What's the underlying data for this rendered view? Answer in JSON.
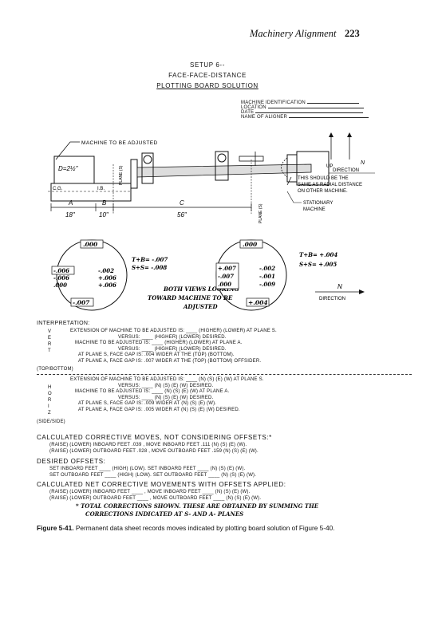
{
  "header": {
    "running_title": "Machinery Alignment",
    "page_number": "223"
  },
  "titles": [
    "SETUP 6--",
    "FACE-FACE-DISTANCE",
    "PLOTTING BOARD SOLUTION"
  ],
  "form_fields": [
    {
      "label": "MACHINE IDENTIFICATION",
      "value": ""
    },
    {
      "label": "LOCATION",
      "value": ""
    },
    {
      "label": "DATE",
      "value": ""
    },
    {
      "label": "NAME OF ALIGNER",
      "value": ""
    }
  ],
  "diagram": {
    "machine_label": "MACHINE TO BE ADJUSTED",
    "dimension_D": "D=2½\"",
    "cg_label": "C.G.",
    "ib_label": "I.B.",
    "plane_a_label": "PLANE (S)",
    "plane_b_label": "PLANE (S)",
    "dim_A": "A",
    "dim_B": "B",
    "dim_C": "C",
    "dim_A_value": "18\"",
    "dim_B_value": "10\"",
    "dim_C_value": "56\"",
    "up_label": "UP",
    "n_label": "N",
    "direction_label": "DIRECTION",
    "note_lines": [
      "THIS SHOULD BE THE",
      "SAME AS RADIAL DISTANCE",
      "ON OTHER MACHINE."
    ],
    "stationary_lines": [
      "STATIONARY",
      "MACHINE"
    ]
  },
  "dials": {
    "left": {
      "top": ".000",
      "left": "-.006",
      "right": "-.002",
      "bottom": "-.007",
      "center_left": [
        "-.006",
        ".000"
      ],
      "center_right": [
        "+.006",
        "+.006"
      ]
    },
    "left_formula": [
      "T+B= -.007",
      "S+S= -.008"
    ],
    "right": {
      "top": ".000",
      "left": "+.007",
      "right": "-.002",
      "bottom": "+.004",
      "center_left": [
        "-.007",
        ".000"
      ],
      "center_right": [
        "-.001",
        "-.009"
      ]
    },
    "right_formula": [
      "T+B= +.004",
      "S+S= +.005"
    ],
    "handwritten_note": [
      "BOTH VIEWS LOOKING",
      "TOWARD MACHINE TO BE",
      "ADJUSTED"
    ],
    "n_label": "N",
    "direction_label": "DIRECTION"
  },
  "interpretation": {
    "heading": "INTERPRETATION:",
    "vert_letters": [
      "V",
      "E",
      "R",
      "T"
    ],
    "vert_caption": "(TOP/BOTTOM)",
    "vert_rows": [
      {
        "text": "EXTENSION OF MACHINE TO BE ADJUSTED IS: ____ (HIGHER) (LOWER) AT PLANE S."
      },
      {
        "text": "VERSUS: ____ (HIGHER) (LOWER) DESIRED."
      },
      {
        "text": "MACHINE TO BE ADJUSTED IS: ____ (HIGHER) (LOWER) AT PLANE A."
      },
      {
        "text": "VERSUS: ____ (HIGHER) (LOWER) DESIRED."
      },
      {
        "text": "AT PLANE S, FACE GAP IS: .004 WIDER AT THE (TOP) (BOTTOM)."
      },
      {
        "text": "AT PLANE A, FACE GAP IS: .007 WIDER AT THE (TOP) (BOTTOM) OFFSIDER."
      }
    ],
    "horiz_letters": [
      "H",
      "O",
      "R",
      "I",
      "Z"
    ],
    "horiz_caption": "(SIDE/SIDE)",
    "horiz_rows": [
      {
        "text": "EXTENSION OF MACHINE TO BE ADJUSTED IS: ____ (N) (S) (E) (W) AT PLANE S."
      },
      {
        "text": "VERSUS: ____ (N) (S) (E) (W) DESIRED."
      },
      {
        "text": "MACHINE TO BE ADJUSTED IS: ____ (N) (S) (E) (W) AT PLANE A."
      },
      {
        "text": "VERSUS: ____ (N) (S) (E) (W) DESIRED."
      },
      {
        "text": "AT PLANE S, FACE GAP IS: .009 WIDER AT (N) (S) (E) (W)."
      },
      {
        "text": "AT PLANE A, FACE GAP IS: .005 WIDER AT (N) (S) (E) (W) DESIRED."
      }
    ]
  },
  "calc1": {
    "heading": "CALCULATED CORRECTIVE MOVES, NOT CONSIDERING OFFSETS:*",
    "rows": [
      "(RAISE) (LOWER) INBOARD FEET .039 , MOVE INBOARD FEET .111 (N) (S) (E) (W).",
      "(RAISE) (LOWER) OUTBOARD FEET .028 , MOVE OUTBOARD FEET .159 (N) (S) (E) (W)."
    ]
  },
  "desired": {
    "heading": "DESIRED OFFSETS:",
    "rows": [
      "SET INBOARD FEET ____ (HIGH) (LOW). SET INBOARD FEET ____ (N) (S) (E) (W).",
      "SET OUTBOARD FEET ____ (HIGH) (LOW). SET OUTBOARD FEET ____ (N) (S) (E) (W)."
    ]
  },
  "calc2": {
    "heading": "CALCULATED NET CORRECTIVE MOVEMENTS WITH OFFSETS APPLIED:",
    "rows": [
      "(RAISE) (LOWER) INBOARD FEET ____ , MOVE INBOARD FEET ____ (N) (S) (E) (W).",
      "(RAISE) (LOWER) OUTBOARD FEET ____ , MOVE OUTBOARD FEET ____ (N) (S) (E) (W)."
    ],
    "footnote": [
      "* TOTAL CORRECTIONS SHOWN. THESE ARE OBTAINED BY SUMMING THE",
      "CORRECTIONS INDICATED AT S- AND A- PLANES"
    ]
  },
  "caption": {
    "label": "Figure 5-41.",
    "text": "Permanent data sheet records moves indicated by plotting board solution of Figure 5-40."
  }
}
